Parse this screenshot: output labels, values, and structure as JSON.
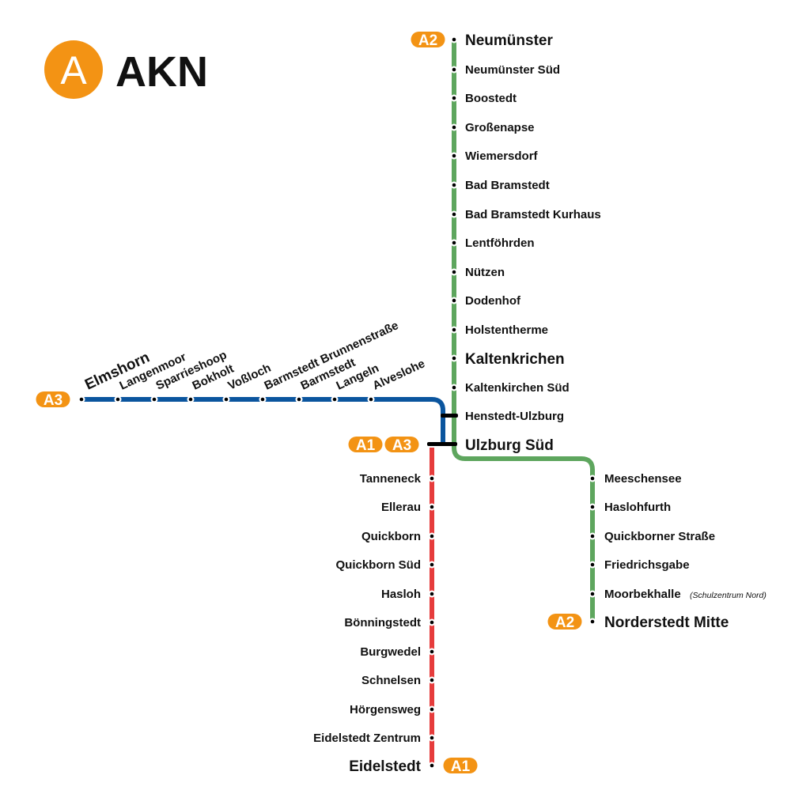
{
  "logo": {
    "letter": "A",
    "title": "AKN"
  },
  "colors": {
    "a1": "#E63C3C",
    "a2": "#5EA65E",
    "a3": "#0B559E",
    "badge": "#F39314"
  },
  "lines": {
    "a2_main": {
      "badge": "A2",
      "stations": [
        "Neumünster",
        "Neumünster Süd",
        "Boostedt",
        "Großenapse",
        "Wiemersdorf",
        "Bad Bramstedt",
        "Bad Bramstedt Kurhaus",
        "Lentföhrden",
        "Nützen",
        "Dodenhof",
        "Holstentherme",
        "Kaltenkrichen",
        "Kaltenkirchen Süd",
        "Henstedt-Ulzburg",
        "Ulzburg Süd"
      ]
    },
    "a2_branch": {
      "badge": "A2",
      "stations": [
        "Meeschensee",
        "Haslohfurth",
        "Quickborner Straße",
        "Friedrichsgabe",
        "Moorbekhalle",
        "Norderstedt Mitte"
      ],
      "note": "(Schulzentrum Nord)"
    },
    "a1": {
      "badges": [
        "A1",
        "A3"
      ],
      "end_badge": "A1",
      "stations": [
        "Tanneneck",
        "Ellerau",
        "Quickborn",
        "Quickborn Süd",
        "Hasloh",
        "Bönningstedt",
        "Burgwedel",
        "Schnelsen",
        "Hörgensweg",
        "Eidelstedt Zentrum",
        "Eidelstedt"
      ]
    },
    "a3": {
      "badge": "A3",
      "stations": [
        "Elmshorn",
        "Langenmoor",
        "Sparrieshoop",
        "Bokholt",
        "Voßloch",
        "Barmstedt Brunnenstraße",
        "Barmstedt",
        "Langeln",
        "Alveslohe"
      ]
    }
  }
}
